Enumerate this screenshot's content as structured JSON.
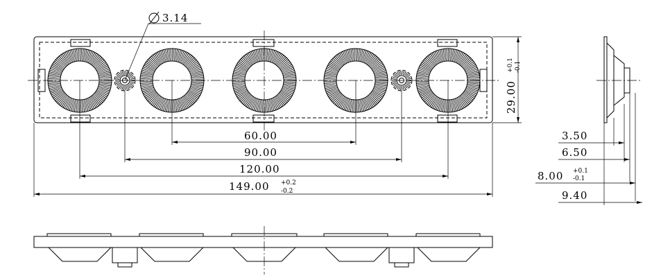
{
  "drawing": {
    "hole_diameter": "3.14",
    "dim_60": "60.00",
    "dim_90": "90.00",
    "dim_120": "120.00",
    "dim_149": "149.00",
    "dim_149_tol_plus": "+0.2",
    "dim_149_tol_minus": "-0.2",
    "dim_29": "29.00",
    "dim_29_tol_plus": "+0.1",
    "dim_29_tol_minus": "-0.1",
    "dim_3_5": "3.50",
    "dim_6_5": "6.50",
    "dim_8": "8.00",
    "dim_8_tol_plus": "+0.1",
    "dim_8_tol_minus": "-0.1",
    "dim_9_4": "9.40",
    "diameter_symbol": "Ø"
  }
}
